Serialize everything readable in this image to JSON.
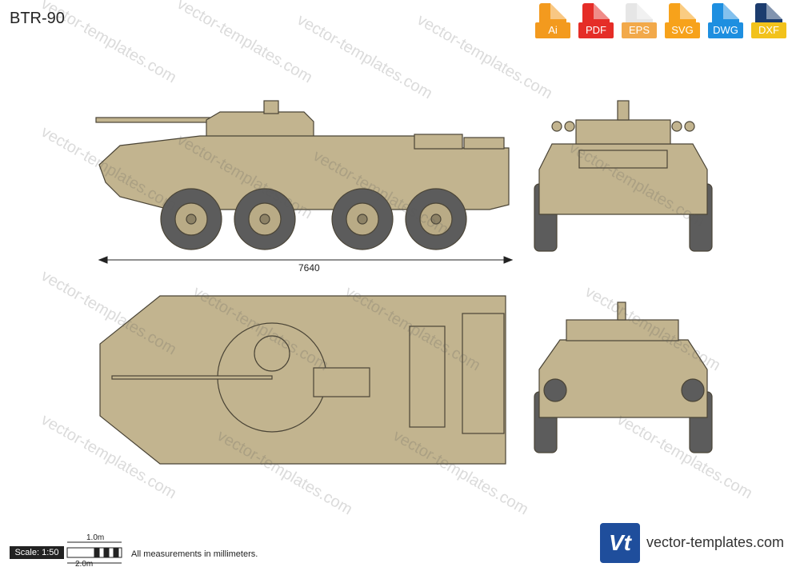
{
  "title": "BTR-90",
  "formats": [
    {
      "label": "Ai",
      "color": "#f39a1e"
    },
    {
      "label": "PDF",
      "color": "#e52d27"
    },
    {
      "label": "EPS",
      "color": "#f2a94a"
    },
    {
      "label": "SVG",
      "color": "#f7a21b"
    },
    {
      "label": "DWG",
      "color": "#1e8fe0"
    },
    {
      "label": "DXF",
      "color": "#1c3c6e"
    }
  ],
  "dimension_length": "7640",
  "scale": "Scale: 1:50",
  "scale_1m": "1.0m",
  "scale_2m": "2.0m",
  "note": "All measurements in millimeters.",
  "watermark": "vector-templates.com",
  "brand": {
    "logo": "Vt",
    "text": "vector-templates.com",
    "color": "#1f4e9c"
  },
  "colors": {
    "body": "#c2b48f",
    "outline": "#4a4436",
    "tire": "#5c5c5c",
    "hub": "#b9ab86"
  }
}
